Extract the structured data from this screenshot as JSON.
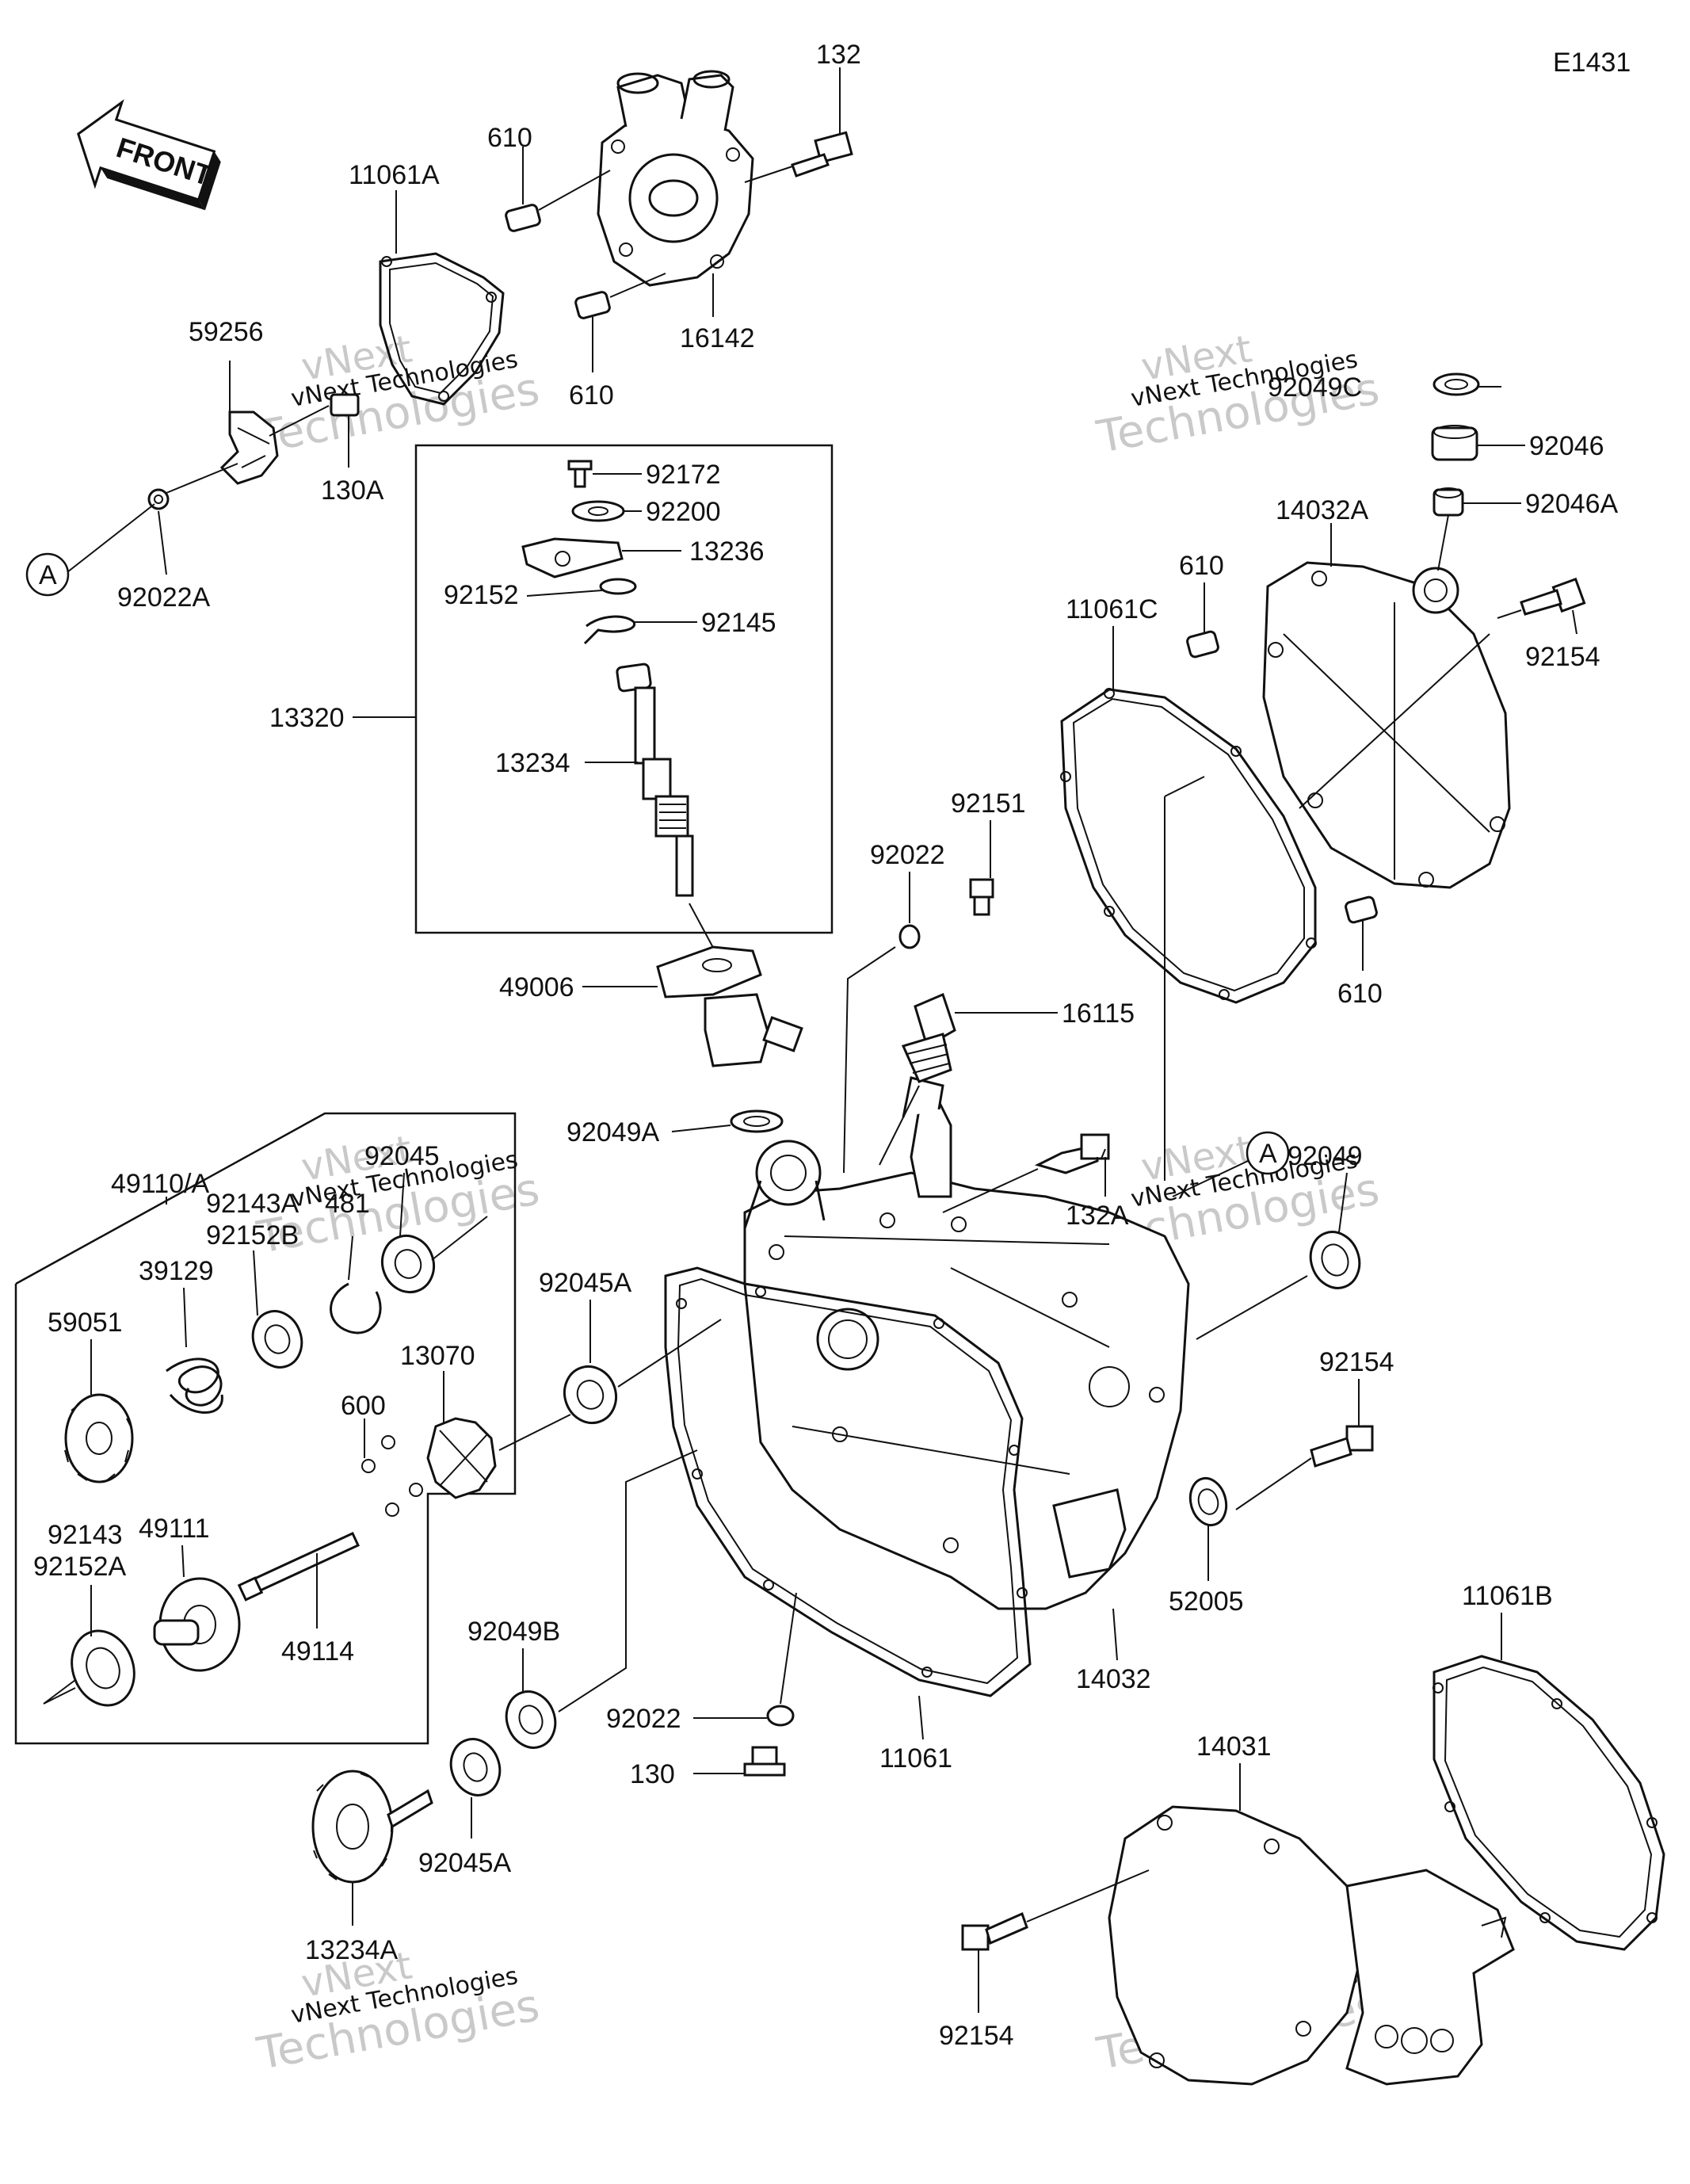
{
  "diagram_code": "E1431",
  "front_label": "FRONT",
  "ref_marker": "A",
  "watermark": {
    "line1": "vNext",
    "line2": "vNext Technologies",
    "line3": "Technologies"
  },
  "labels": {
    "p132": "132",
    "p610_top": "610",
    "p11061A": "11061A",
    "p16142": "16142",
    "p610_mid": "610",
    "p59256": "59256",
    "p130A": "130A",
    "p92022A": "92022A",
    "p92172": "92172",
    "p92200": "92200",
    "p13236": "13236",
    "p92152": "92152",
    "p92145": "92145",
    "p13320": "13320",
    "p13234": "13234",
    "p49006": "49006",
    "p92049A": "92049A",
    "p92022_top": "92022",
    "p92151": "92151",
    "p16115": "16115",
    "p132A": "132A",
    "p92049C": "92049C",
    "p92046": "92046",
    "p92046A": "92046A",
    "p14032A": "14032A",
    "p610_r1": "610",
    "p11061C": "11061C",
    "p92154_r": "92154",
    "p610_r2": "610",
    "p92049": "92049",
    "p49110A": "49110/A",
    "p92045_top": "92045",
    "p92143A": "92143A",
    "p481": "481",
    "p92152B": "92152B",
    "p39129": "39129",
    "p59051": "59051",
    "p92045A_mid": "92045A",
    "p13070": "13070",
    "p600": "600",
    "p92143": "92143",
    "p92152A": "92152A",
    "p49111": "49111",
    "p49114": "49114",
    "p92154_m": "92154",
    "p52005": "52005",
    "p14032": "14032",
    "p92049B": "92049B",
    "p92022_bot": "92022",
    "p11061": "11061",
    "p130": "130",
    "p11061B": "11061B",
    "p14031": "14031",
    "p92045A_bot": "92045A",
    "p13234A": "13234A",
    "p92154_b": "92154"
  }
}
